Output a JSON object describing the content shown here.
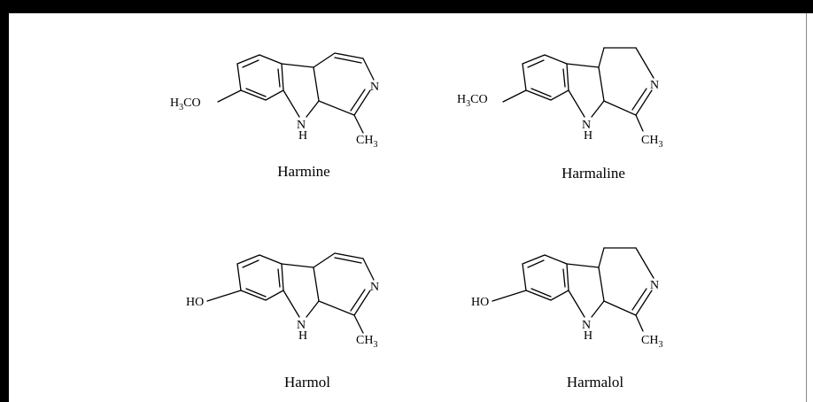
{
  "molecules": [
    {
      "name": "Harmine",
      "substituent": "H3CO",
      "type": "aromatic"
    },
    {
      "name": "Harmaline",
      "substituent": "H3CO",
      "type": "dihydro"
    },
    {
      "name": "Harmol",
      "substituent": "HO",
      "type": "aromatic"
    },
    {
      "name": "Harmalol",
      "substituent": "HO",
      "type": "dihydro"
    }
  ],
  "atom_labels": {
    "nitrogen": "N",
    "indole_h": "H",
    "methyl": "CH",
    "methyl_sub": "3",
    "ho": "HO",
    "methoxy_h": "H",
    "methoxy_sub": "3",
    "methoxy_co": "CO"
  },
  "colors": {
    "frame": "#000000",
    "ink": "#000000",
    "background": "#ffffff"
  }
}
